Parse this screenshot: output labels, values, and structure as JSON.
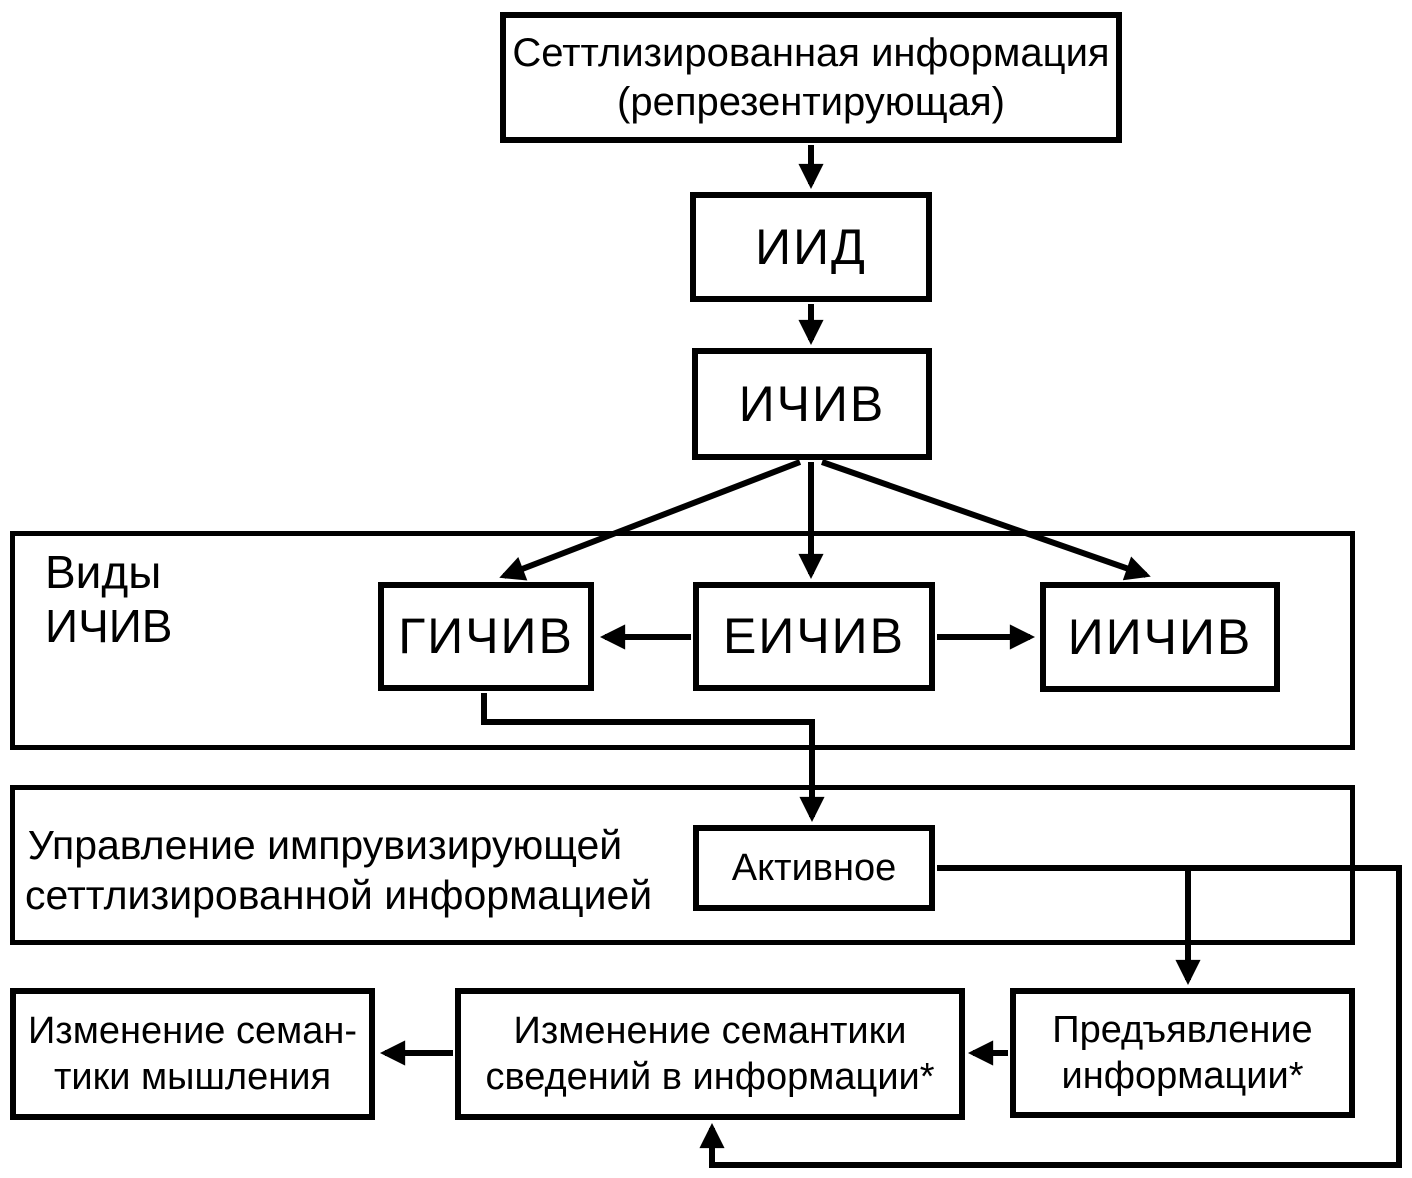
{
  "figure": {
    "background": "#ffffff",
    "line_color": "#000000"
  },
  "nodes": {
    "settlized_info": {
      "line1": "Сеттлизированная информация",
      "line2": "(репрезентирующая)"
    },
    "iid": {
      "label": "ИИД"
    },
    "ichiv": {
      "label": "ИЧИВ"
    },
    "gichiv": {
      "label": "ГИЧИВ"
    },
    "eichiv": {
      "label": "ЕИЧИВ"
    },
    "iichiv": {
      "label": "ИИЧИВ"
    },
    "aktivnoe": {
      "label": "Активное"
    },
    "izmenenie_myshleniya": {
      "line1": "Изменение семан-",
      "line2": "тики мышления"
    },
    "izmenenie_svedeniy": {
      "line1": "Изменение семантики",
      "line2": "сведений в информации*"
    },
    "predyavlenie": {
      "line1": "Предъявление",
      "line2": "информации*"
    }
  },
  "containers": {
    "vidy_ichiv": {
      "line1": "Виды",
      "line2": "ИЧИВ"
    },
    "upravlenie": {
      "line1": "Управление импрувизирующей",
      "line2": "сеттлизированной информацией"
    }
  }
}
